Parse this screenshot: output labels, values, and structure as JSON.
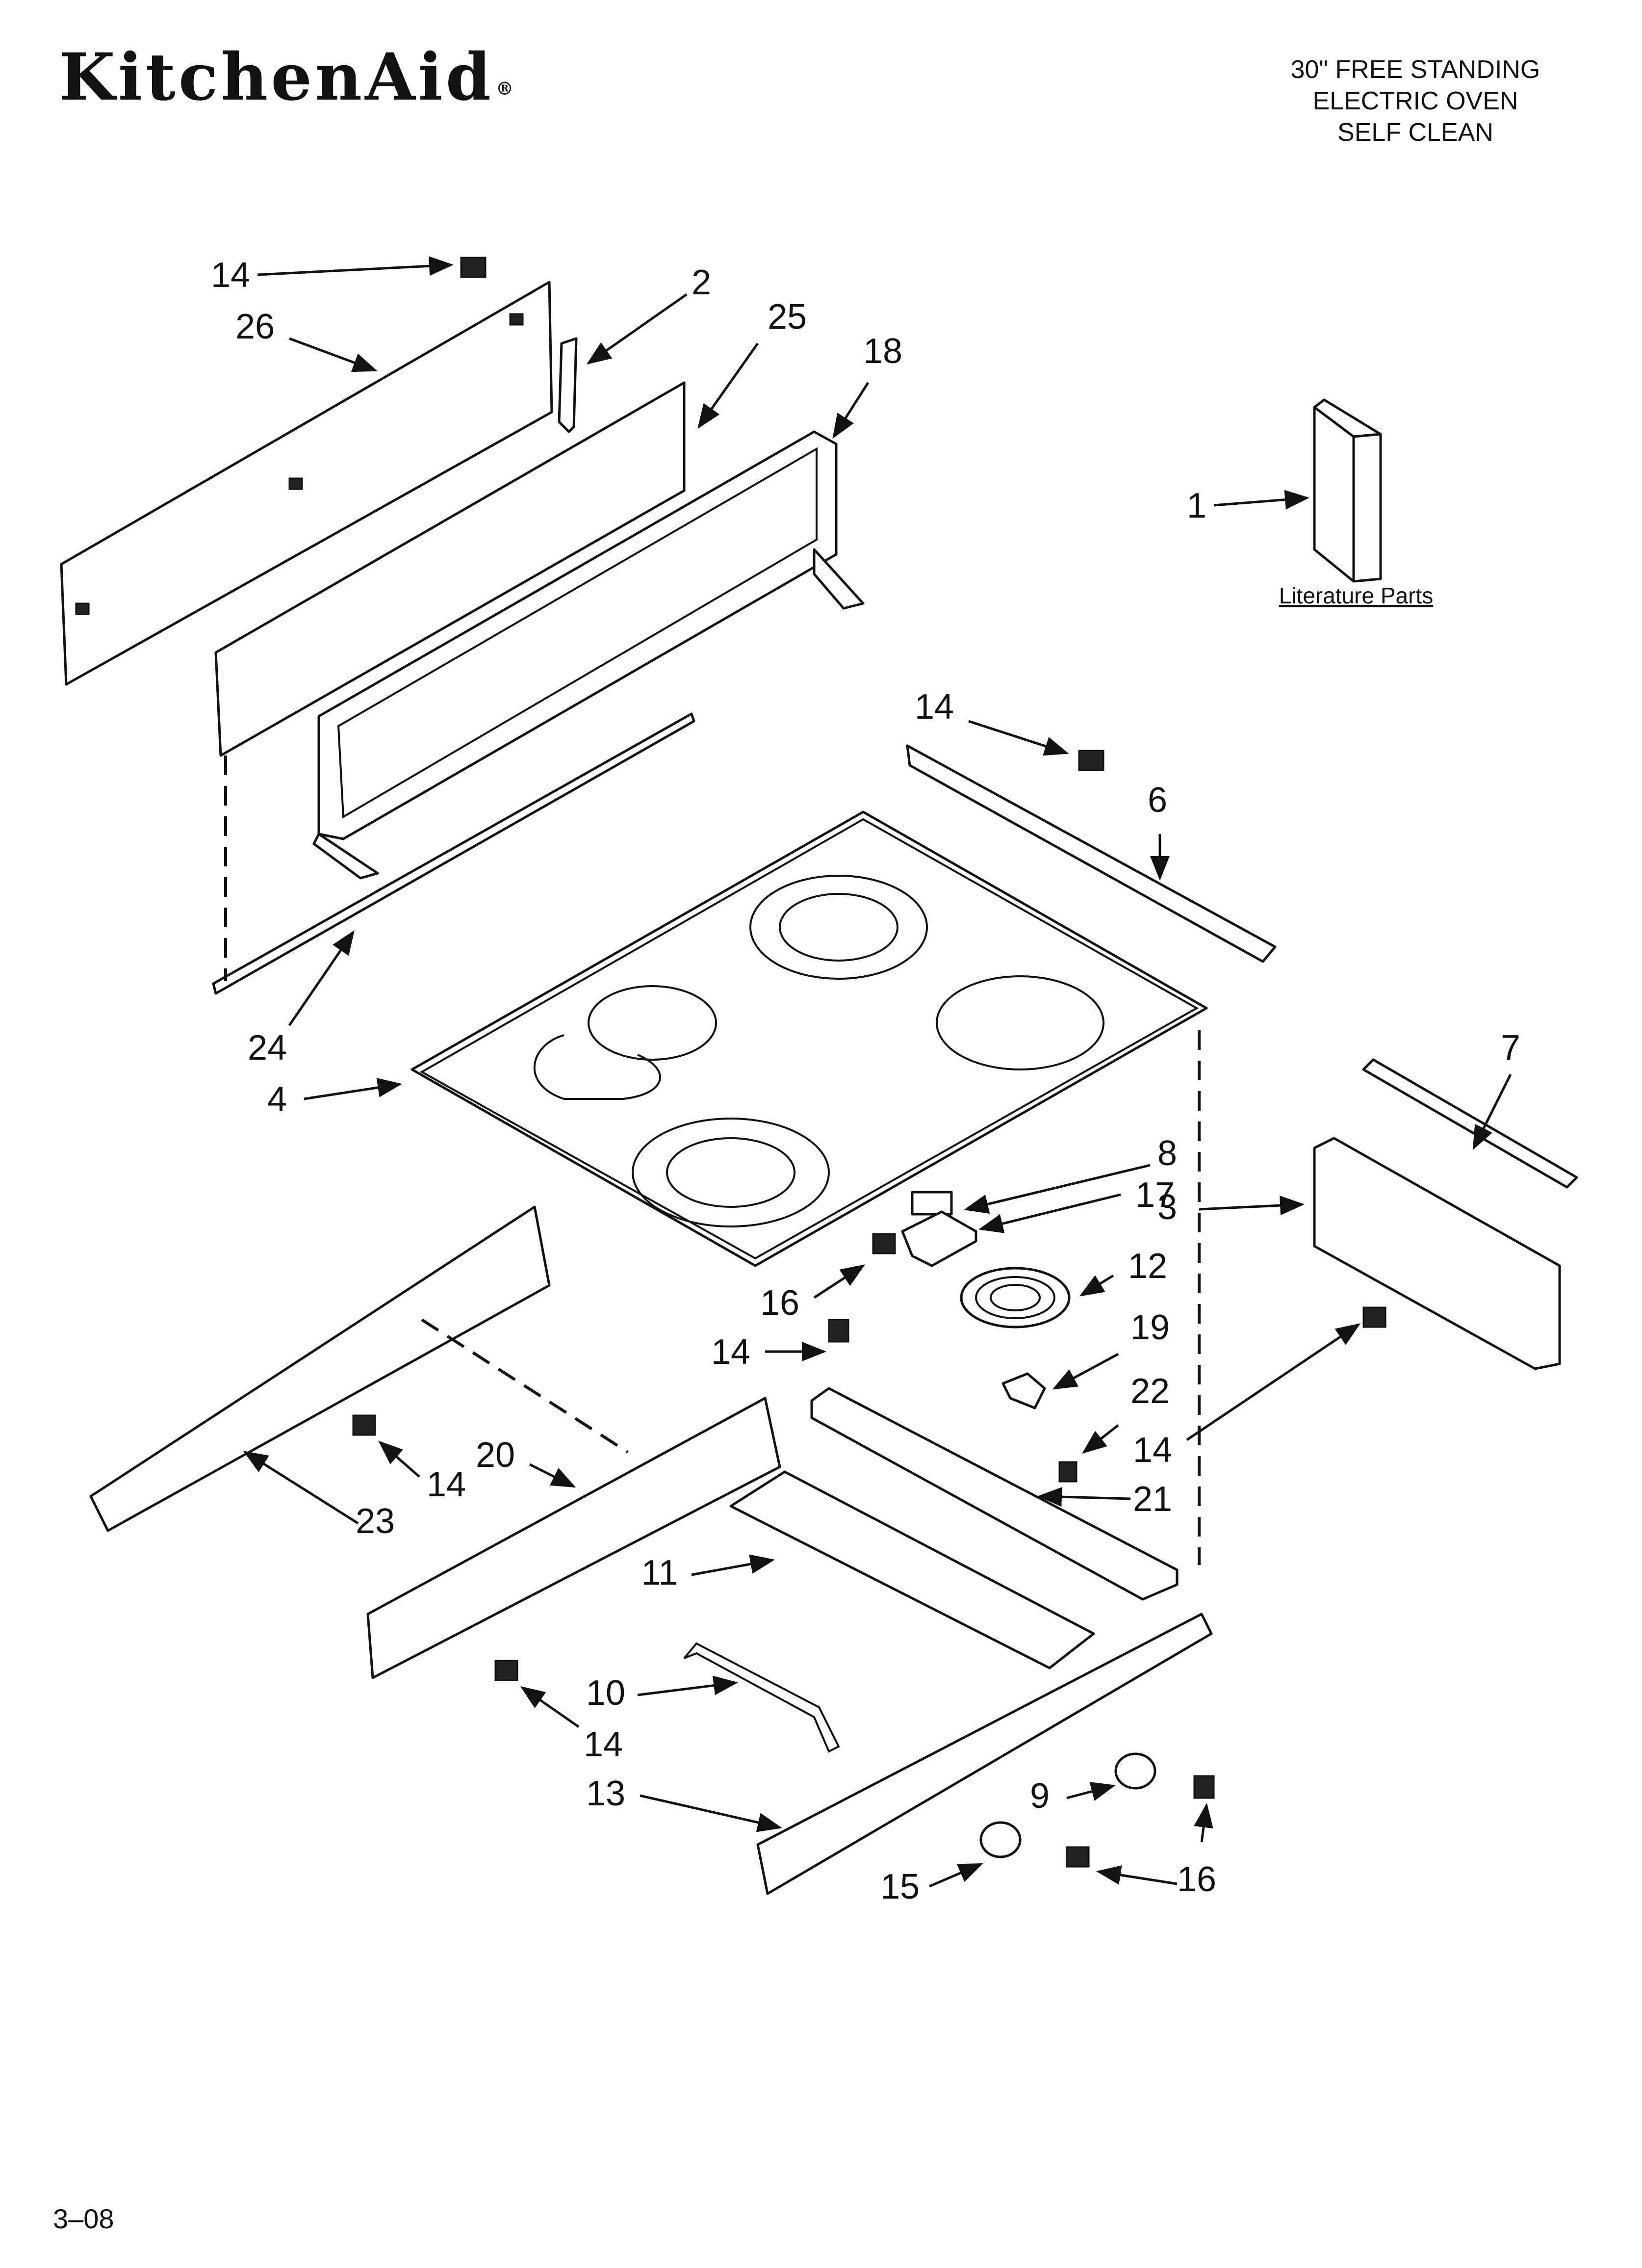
{
  "header": {
    "brand": "KitchenAid",
    "title_lines": [
      "30\" FREE STANDING",
      "ELECTRIC OVEN",
      "SELF CLEAN"
    ]
  },
  "literature_label": "Literature Parts",
  "footer_code": "3–08",
  "callouts": [
    {
      "id": "c14a",
      "text": "14"
    },
    {
      "id": "c26",
      "text": "26"
    },
    {
      "id": "c2",
      "text": "2"
    },
    {
      "id": "c25",
      "text": "25"
    },
    {
      "id": "c18",
      "text": "18"
    },
    {
      "id": "c1",
      "text": "1"
    },
    {
      "id": "c14b",
      "text": "14"
    },
    {
      "id": "c6",
      "text": "6"
    },
    {
      "id": "c24",
      "text": "24"
    },
    {
      "id": "c4",
      "text": "4"
    },
    {
      "id": "c7",
      "text": "7"
    },
    {
      "id": "c8",
      "text": "8"
    },
    {
      "id": "c17",
      "text": "17"
    },
    {
      "id": "c3",
      "text": "3"
    },
    {
      "id": "c12",
      "text": "12"
    },
    {
      "id": "c16a",
      "text": "16"
    },
    {
      "id": "c19",
      "text": "19"
    },
    {
      "id": "c14c",
      "text": "14"
    },
    {
      "id": "c22",
      "text": "22"
    },
    {
      "id": "c14d",
      "text": "14"
    },
    {
      "id": "c20",
      "text": "20"
    },
    {
      "id": "c14e",
      "text": "14"
    },
    {
      "id": "c21",
      "text": "21"
    },
    {
      "id": "c23",
      "text": "23"
    },
    {
      "id": "c11",
      "text": "11"
    },
    {
      "id": "c10",
      "text": "10"
    },
    {
      "id": "c14f",
      "text": "14"
    },
    {
      "id": "c9",
      "text": "9"
    },
    {
      "id": "c13",
      "text": "13"
    },
    {
      "id": "c16b",
      "text": "16"
    },
    {
      "id": "c15",
      "text": "15"
    }
  ]
}
